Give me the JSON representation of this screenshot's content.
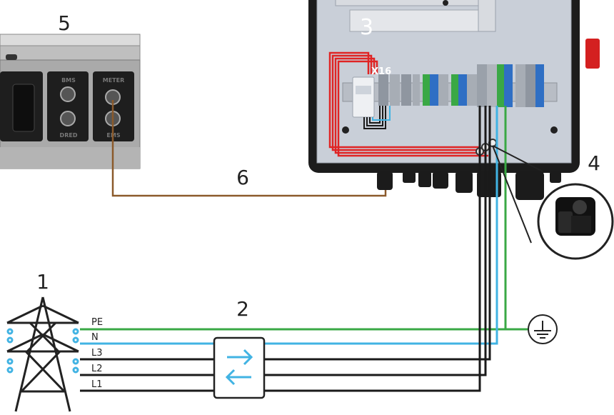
{
  "callouts": {
    "n1": "1",
    "n2": "2",
    "n3": "3",
    "n4": "4",
    "n5": "5",
    "n6": "6"
  },
  "wires": {
    "pe": "PE",
    "n": "N",
    "l3": "L3",
    "l2": "L2",
    "l1": "L1"
  },
  "inverter": {
    "ports": {
      "bms": "BMS",
      "dred": "DRED",
      "meter": "METER",
      "ems": "EMS"
    }
  },
  "distribution_box": {
    "terminal_label": "X16"
  },
  "colors": {
    "pe_wire": "#3aa845",
    "neutral_wire": "#41b3e3",
    "phase_wire": "#1a1a1a",
    "red_bundle": "#e02424",
    "brown_cable": "#8b5a2b",
    "box_bg": "#c9cfd8",
    "frame": "#2a2a2a"
  },
  "icons": [
    "power-pylon-icon",
    "ground-icon",
    "bidirectional-meter-icon",
    "current-clamp-icon"
  ]
}
